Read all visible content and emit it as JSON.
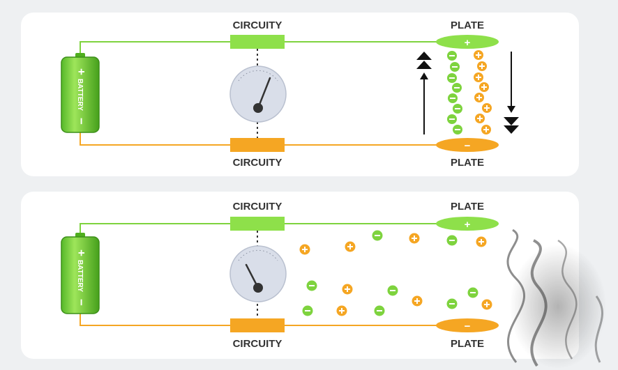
{
  "labels": {
    "circuity": "CIRCUITY",
    "plate": "PLATE",
    "battery": "BATTERY",
    "plus": "+",
    "minus": "−"
  },
  "colors": {
    "green": "#7ed33e",
    "green_dark": "#4fae1e",
    "orange": "#f5a623",
    "gauge_face": "#d9dee9",
    "ink": "#333333",
    "background": "#eef0f2"
  }
}
